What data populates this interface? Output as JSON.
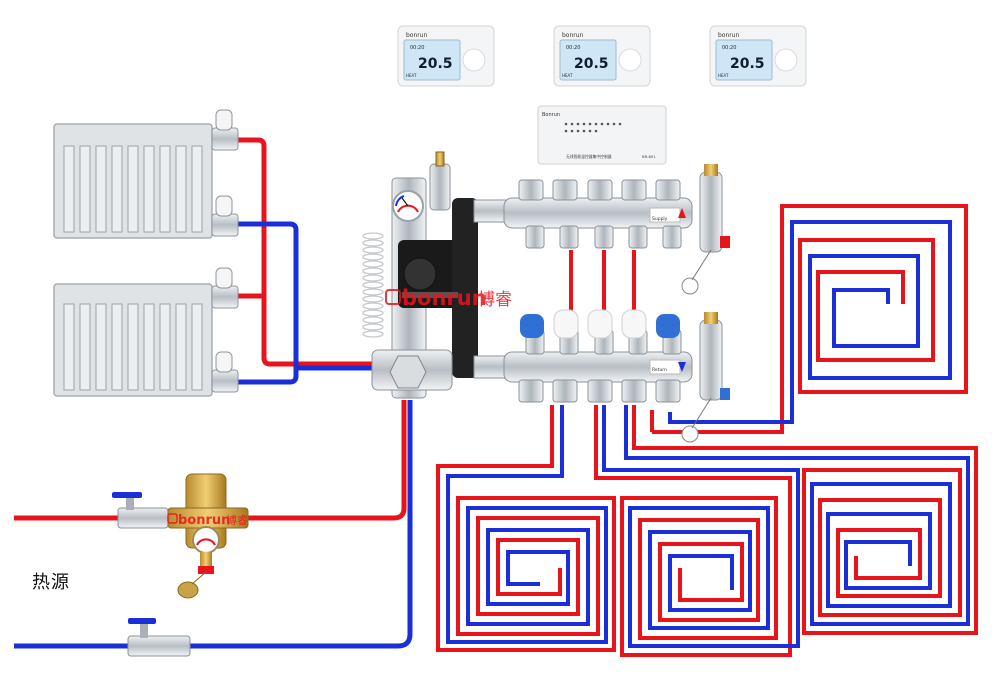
{
  "diagram": {
    "heat_source_label": "热源",
    "brand_wordmark": "bonrun",
    "brand_chinese": "博睿",
    "colors": {
      "supply": "#e8141c",
      "return": "#1a2fd8",
      "metal": "#c9ced3",
      "radiator": "#dfe3e6",
      "display": "#cfe6f7",
      "cap_blue": "#2f6fd6"
    },
    "thermostats": [
      {
        "brand": "bonrun",
        "time": "00:20",
        "temp": "20.5",
        "mode": "HEAT"
      },
      {
        "brand": "bonrun",
        "time": "00:20",
        "temp": "20.5",
        "mode": "HEAT"
      },
      {
        "brand": "bonrun",
        "time": "00:20",
        "temp": "20.5",
        "mode": "HEAT"
      }
    ],
    "controller": {
      "brand": "Bonrun",
      "title": "无线智能温控器集中控制器",
      "model": "BR-601"
    },
    "manifold": {
      "supply_label": "Supply",
      "return_label": "Return"
    },
    "icons": [
      "radiator-icon",
      "thermostat-icon",
      "controller-icon",
      "pump-icon",
      "pressure-gauge-icon",
      "ball-valve-icon",
      "separator-icon"
    ]
  }
}
